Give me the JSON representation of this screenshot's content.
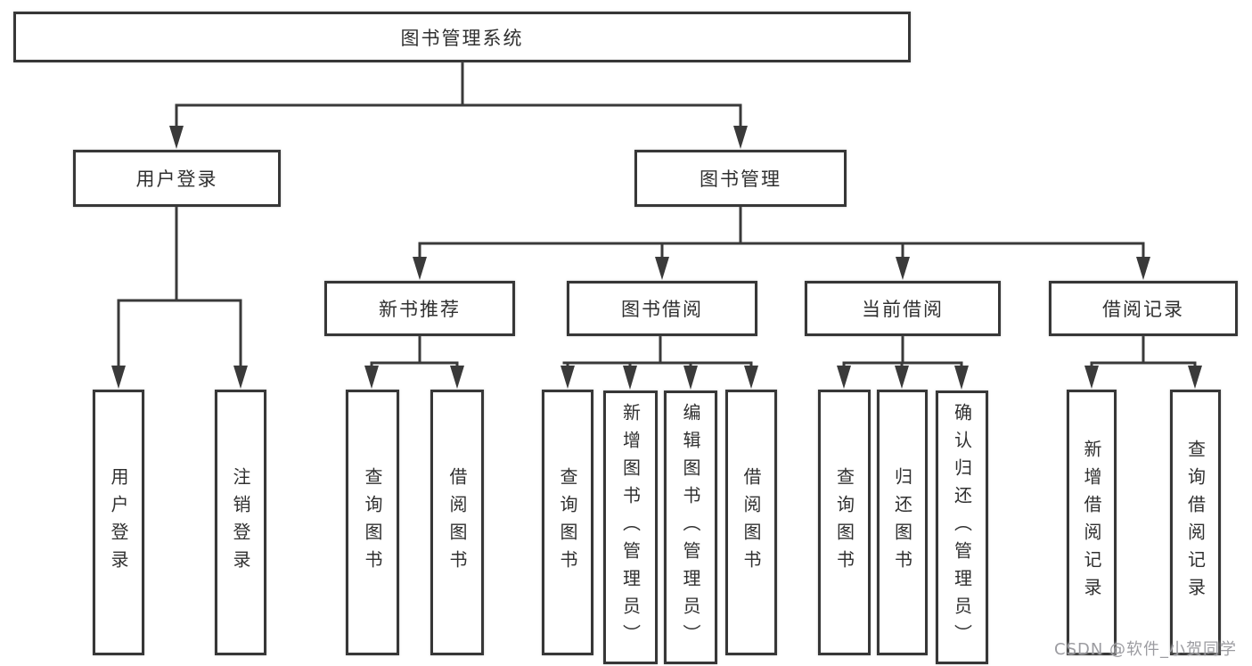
{
  "diagram": {
    "tree": {
      "root": {
        "label": "图书管理系统"
      },
      "branches": [
        {
          "label": "用户登录",
          "children": [
            {
              "label": "用户登录"
            },
            {
              "label": "注销登录"
            }
          ]
        },
        {
          "label": "图书管理",
          "children": [
            {
              "label": "新书推荐",
              "children": [
                {
                  "label": "查询图书"
                },
                {
                  "label": "借阅图书"
                }
              ]
            },
            {
              "label": "图书借阅",
              "children": [
                {
                  "label": "查询图书"
                },
                {
                  "label": "新增图书（管理员）"
                },
                {
                  "label": "编辑图书（管理员）"
                },
                {
                  "label": "借阅图书"
                }
              ]
            },
            {
              "label": "当前借阅",
              "children": [
                {
                  "label": "查询图书"
                },
                {
                  "label": "归还图书"
                },
                {
                  "label": "确认归还（管理员）"
                }
              ]
            },
            {
              "label": "借阅记录",
              "children": [
                {
                  "label": "新增借阅记录"
                },
                {
                  "label": "查询借阅记录"
                }
              ]
            }
          ]
        }
      ]
    }
  },
  "watermark": {
    "text": "CSDN @软件_小贺同学"
  },
  "colors": {
    "background": "#ffffff",
    "line": "#3a3a3a",
    "box_border": "#373737",
    "text": "#303030",
    "watermark": "#9c9ca1"
  }
}
